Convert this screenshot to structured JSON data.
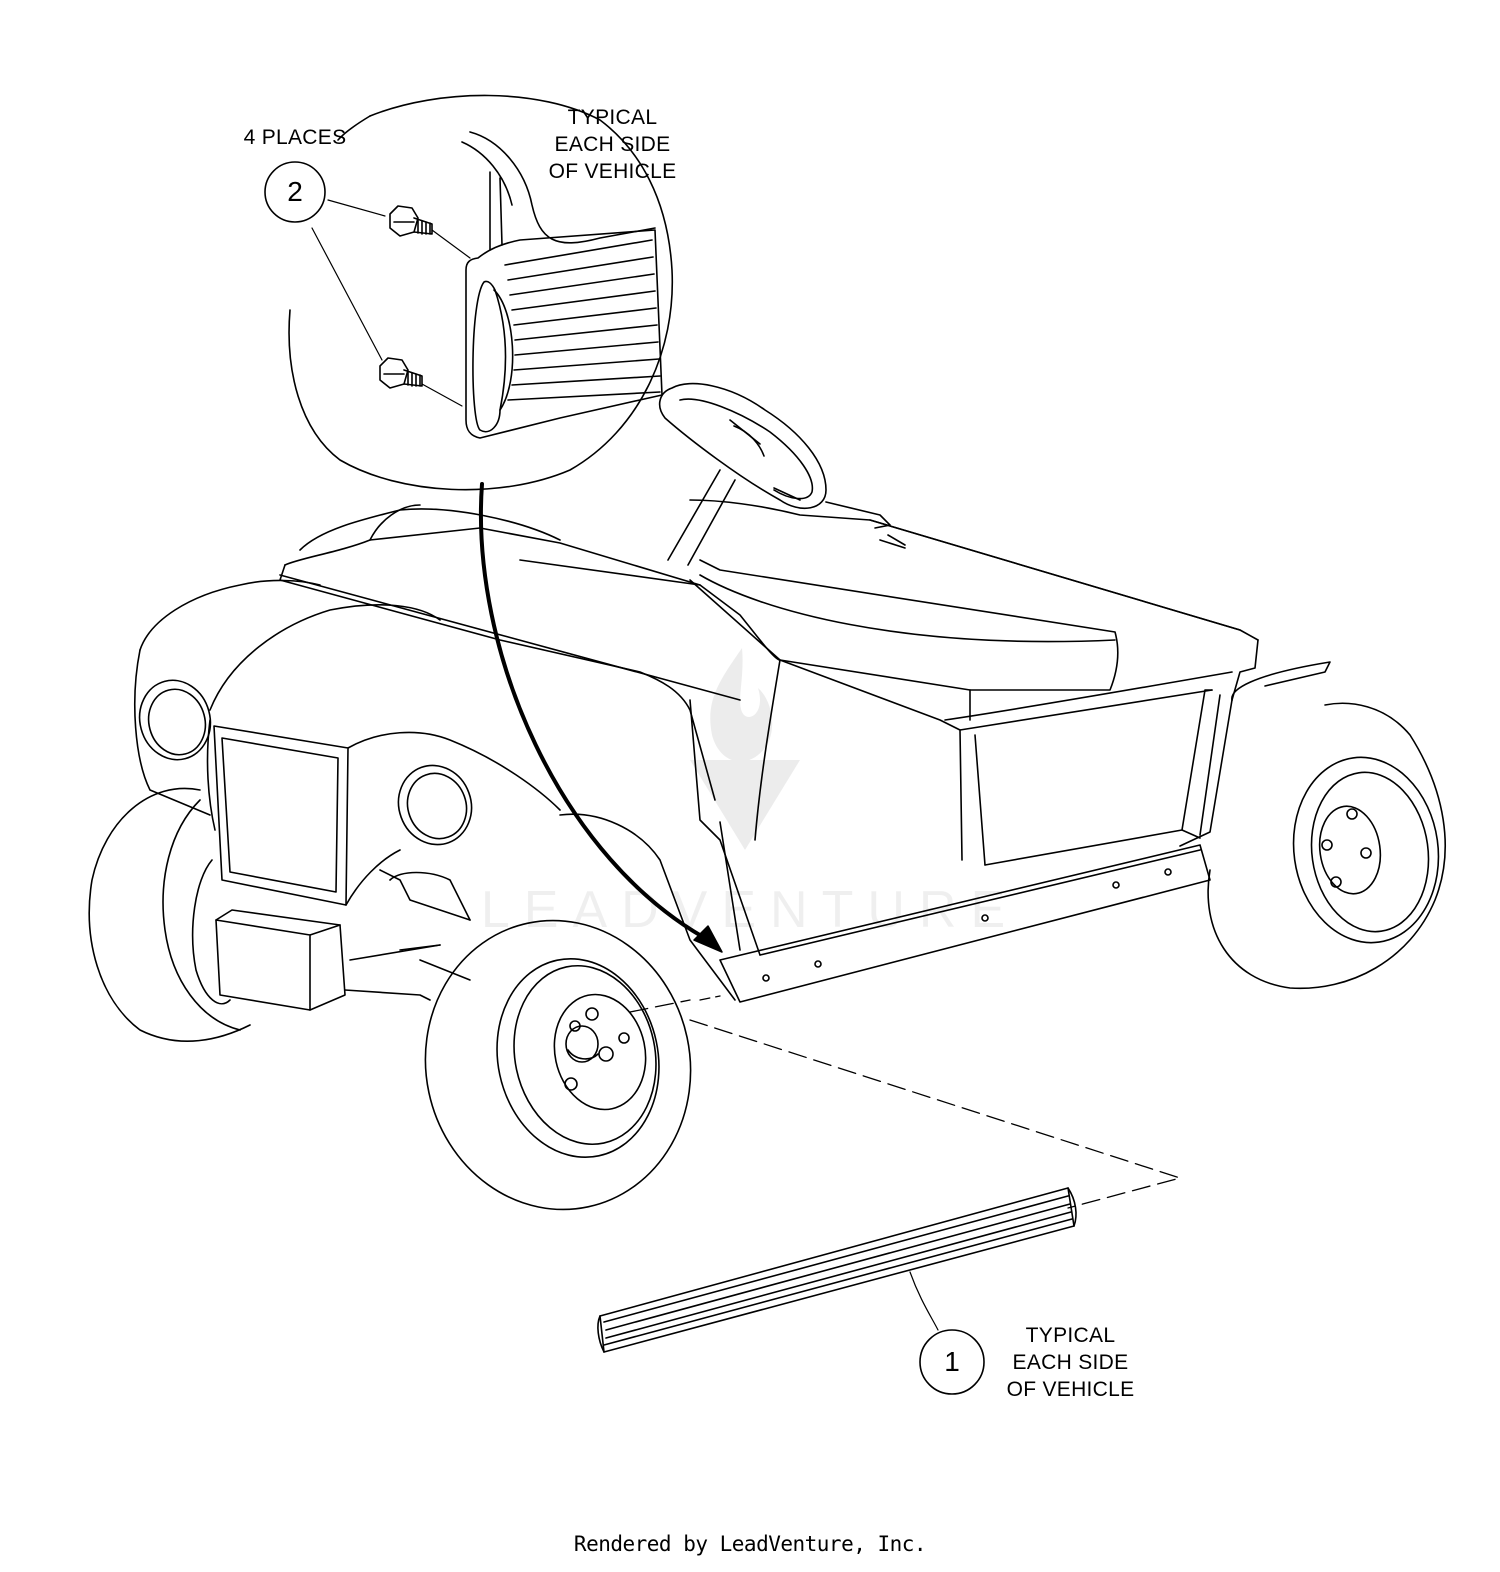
{
  "callouts": {
    "item1": {
      "number": "1"
    },
    "item2": {
      "number": "2"
    }
  },
  "labels": {
    "four_places": "4 PLACES",
    "detail_note": [
      "TYPICAL",
      "EACH SIDE",
      "OF VEHICLE"
    ],
    "part_note": [
      "TYPICAL",
      "EACH SIDE",
      "OF VEHICLE"
    ]
  },
  "watermark": {
    "text": "LEADVENTURE",
    "icon": "leadventure-flame-logo"
  },
  "footer": {
    "text": "Rendered by LeadVenture, Inc."
  },
  "colors": {
    "line": "#000000",
    "background": "#ffffff"
  }
}
